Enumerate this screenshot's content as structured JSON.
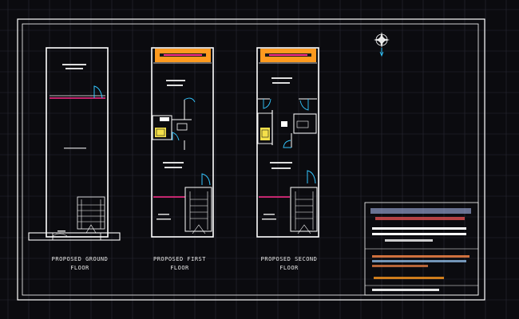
{
  "colors": {
    "background": "#0b0b0f",
    "grid": "#2a2a33",
    "frame": "#ffffff",
    "wall": "#ffffff",
    "accent_pink": "#ff2d8a",
    "accent_cyan": "#33c6ff",
    "accent_orange": "#ff9a1f",
    "accent_yellow": "#f4e04a",
    "accent_red": "#ff3030"
  },
  "north_arrow_icon": "compass-rose-icon",
  "plans": [
    {
      "title_line1": "PROPOSED GROUND",
      "title_line2": "FLOOR"
    },
    {
      "title_line1": "PROPOSED FIRST",
      "title_line2": "FLOOR"
    },
    {
      "title_line1": "PROPOSED SECOND",
      "title_line2": "FLOOR"
    }
  ]
}
